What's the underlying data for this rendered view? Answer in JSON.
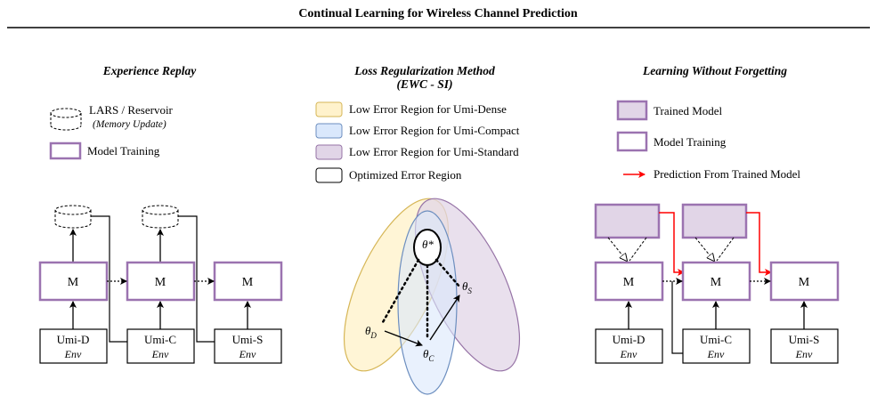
{
  "title": "Continual Learning for Wireless Channel Prediction",
  "colors": {
    "model_border": "#9b73b0",
    "trained_fill": "#e1d5e7",
    "dense_fill": "#fff2cc",
    "dense_stroke": "#d6b656",
    "compact_fill": "#dae8fc",
    "compact_stroke": "#6c8ebf",
    "standard_fill": "#e1d5e7",
    "standard_stroke": "#9673a6",
    "red_arrow": "#ff0000"
  },
  "experience_replay": {
    "heading": "Experience Replay",
    "legend_memory": "LARS / Reservoir",
    "legend_memory_sub": "(Memory Update)",
    "legend_training": "Model Training",
    "model_label": "M",
    "envs": [
      {
        "name": "Umi-D",
        "sub": "Env"
      },
      {
        "name": "Umi-C",
        "sub": "Env"
      },
      {
        "name": "Umi-S",
        "sub": "Env"
      }
    ]
  },
  "loss_regularization": {
    "heading_line1": "Loss Regularization Method",
    "heading_line2": "(EWC - SI)",
    "legend": [
      {
        "label": "Low Error Region for Umi-Dense"
      },
      {
        "label": "Low Error Region for Umi-Compact"
      },
      {
        "label": "Low Error Region for Umi-Standard"
      },
      {
        "label": "Optimized Error Region"
      }
    ],
    "theta_star": "θ*",
    "theta_d": "θD",
    "theta_c": "θC",
    "theta_s": "θS"
  },
  "lwf": {
    "heading": "Learning Without Forgetting",
    "legend_trained": "Trained Model",
    "legend_training": "Model Training",
    "legend_prediction": "Prediction From Trained Model",
    "model_label": "M",
    "envs": [
      {
        "name": "Umi-D",
        "sub": "Env"
      },
      {
        "name": "Umi-C",
        "sub": "Env"
      },
      {
        "name": "Umi-S",
        "sub": "Env"
      }
    ]
  }
}
